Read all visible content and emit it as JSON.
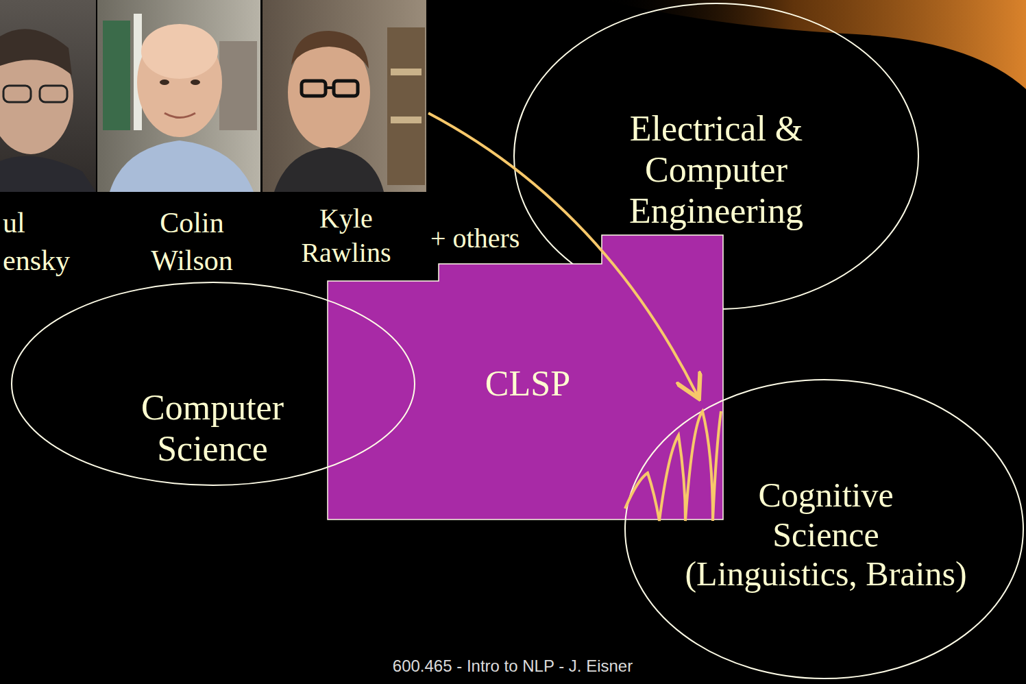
{
  "diagram": {
    "nodes": [
      {
        "text": [
          "Electrical & Computer Engineering"
        ]
      },
      {
        "text": [
          "CLSP"
        ]
      },
      {
        "text": [
          "Computer Science"
        ]
      },
      {
        "text": [
          "Cognitive Science",
          "(Linguistics, Brains)"
        ]
      }
    ],
    "labels": [
      "ul ensky",
      "Colin Wilson",
      "Kyle Rawlins",
      "+ others",
      "600.465 - Intro to NLP - J. Eisner"
    ]
  }
}
